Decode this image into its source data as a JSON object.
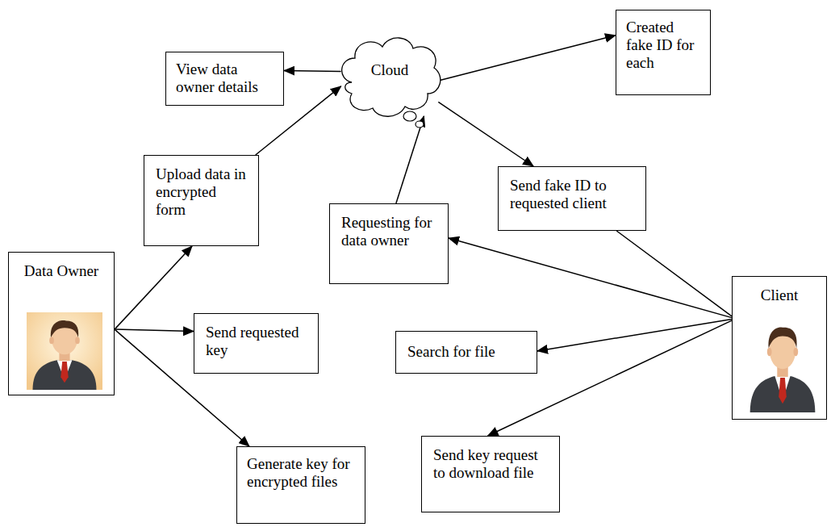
{
  "diagram": {
    "nodes": [
      {
        "text": [
          "View data owner details"
        ]
      },
      {
        "text": [
          "Cloud"
        ]
      },
      {
        "text": [
          "Created fake ID for each"
        ]
      },
      {
        "text": [
          "Upload data in encrypted form"
        ]
      },
      {
        "text": [
          "Send fake ID to requested client"
        ]
      },
      {
        "text": [
          "Requesting for data owner"
        ]
      },
      {
        "text": [
          "Data Owner"
        ]
      },
      {
        "text": [
          "Client"
        ]
      },
      {
        "text": [
          "Send requested key"
        ]
      },
      {
        "text": [
          "Search for file"
        ]
      },
      {
        "text": [
          "Send key request to download file"
        ]
      },
      {
        "text": [
          "Generate key for encrypted files"
        ]
      }
    ],
    "edges": [
      {
        "from": 1,
        "to": 0,
        "arrow": "to"
      },
      {
        "from": 3,
        "to": 1,
        "arrow": "to"
      },
      {
        "from": 1,
        "to": 2,
        "arrow": "to"
      },
      {
        "from": 1,
        "to": 4,
        "arrow": "to"
      },
      {
        "from": 4,
        "to": 7,
        "arrow": "none"
      },
      {
        "from": 5,
        "to": 1,
        "arrow": "to"
      },
      {
        "from": 7,
        "to": 5,
        "arrow": "to"
      },
      {
        "from": 7,
        "to": 9,
        "arrow": "to"
      },
      {
        "from": 7,
        "to": 10,
        "arrow": "to"
      },
      {
        "from": 6,
        "to": 3,
        "arrow": "to"
      },
      {
        "from": 6,
        "to": 8,
        "arrow": "to"
      },
      {
        "from": 6,
        "to": 11,
        "arrow": "to"
      }
    ]
  }
}
